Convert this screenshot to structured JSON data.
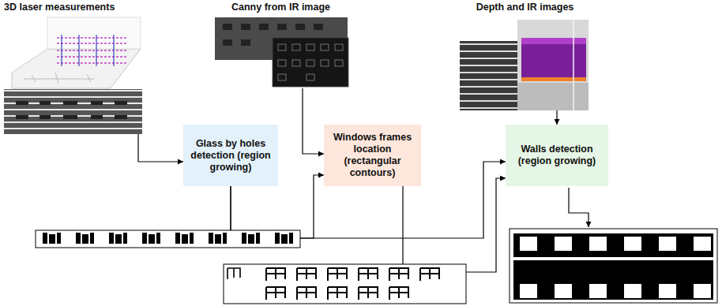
{
  "diagram": {
    "nodes": [
      {
        "text": [
          "3D laser measurements"
        ]
      },
      {
        "text": [
          "Canny from IR image"
        ]
      },
      {
        "text": [
          "Depth and IR images"
        ]
      },
      {
        "text": [
          "Glass by holes detection (region growing)"
        ]
      },
      {
        "text": [
          "Windows frames location (rectangular contours)"
        ]
      },
      {
        "text": [
          "Walls detection (region growing)"
        ]
      }
    ],
    "edges": [
      {
        "from": 0,
        "to": 3,
        "arrow": "to"
      },
      {
        "from": 1,
        "to": 4,
        "arrow": "to"
      },
      {
        "from": 2,
        "to": 5,
        "arrow": "to"
      },
      {
        "from": 3,
        "to": 4,
        "arrow": "to"
      },
      {
        "from": 3,
        "to": 5,
        "arrow": "to"
      },
      {
        "from": 4,
        "to": 5,
        "arrow": "to"
      }
    ]
  }
}
